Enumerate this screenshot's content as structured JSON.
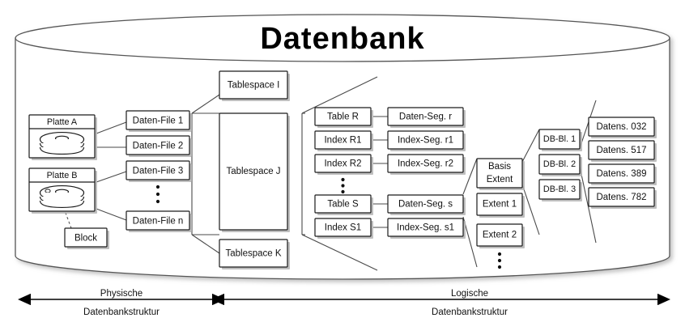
{
  "title": "Datenbank",
  "disks": [
    {
      "label": "Platte A",
      "icon": "disk-platter-icon"
    },
    {
      "label": "Platte B",
      "icon": "disk-platter-icon"
    }
  ],
  "block": {
    "label": "Block"
  },
  "data_files": {
    "items": [
      "Daten-File 1",
      "Daten-File 2",
      "Daten-File 3"
    ],
    "ellipsis": "⋮",
    "last": "Daten-File n"
  },
  "tablespaces": [
    {
      "label": "Tablespace I"
    },
    {
      "label": "Tablespace J"
    },
    {
      "label": "Tablespace K"
    }
  ],
  "tables": {
    "items": [
      "Table R",
      "Index R1",
      "Index R2"
    ],
    "ellipsis": "⋮",
    "items2": [
      "Table S",
      "Index S1"
    ]
  },
  "segments": {
    "items": [
      "Daten-Seg. r",
      "Index-Seg. r1",
      "Index-Seg. r2"
    ],
    "items2": [
      "Daten-Seg. s",
      "Index-Seg. s1"
    ]
  },
  "extents": {
    "basis_line1": "Basis",
    "basis_line2": "Extent",
    "items": [
      "Extent 1",
      "Extent 2"
    ],
    "ellipsis": "⋮"
  },
  "db_blocks": {
    "items": [
      "DB-Bl. 1",
      "DB-Bl. 2",
      "DB-Bl. 3"
    ]
  },
  "records": {
    "items": [
      "Datens. 032",
      "Datens. 517",
      "Datens. 389",
      "Datens. 782"
    ]
  },
  "axes": [
    {
      "line1": "Physische",
      "line2": "Datenbankstruktur"
    },
    {
      "line1": "Logische",
      "line2": "Datenbankstruktur"
    }
  ],
  "colors": {
    "stroke": "#1a1a1a",
    "connector": "#4a4a4a",
    "cylinder": "#555555",
    "shadow": "#b4b4b4",
    "text": "#111111",
    "background": "#ffffff"
  }
}
